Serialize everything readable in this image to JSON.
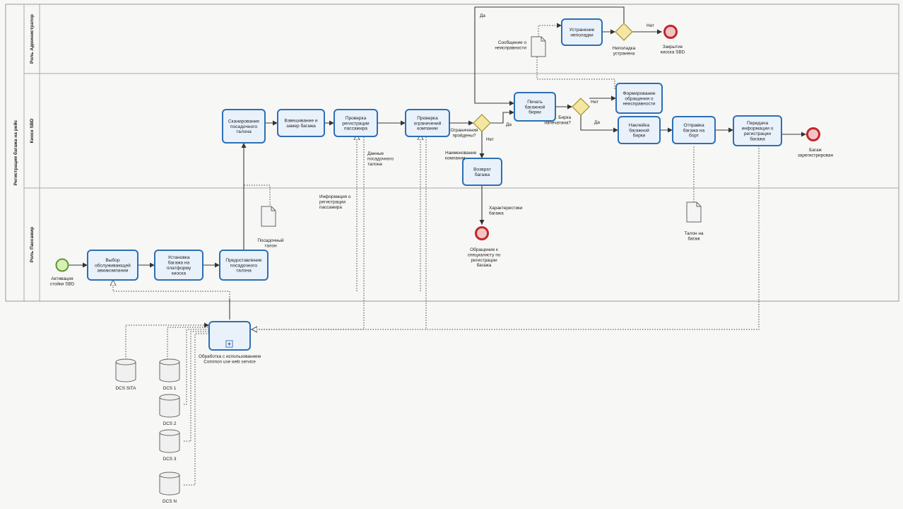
{
  "pool": {
    "title": "Регистрация багажа на рейс"
  },
  "lanes": {
    "admin": "Роль Администратор",
    "kiosk": "Киоск SBD",
    "passenger": "Роль Пассажир"
  },
  "tasks": {
    "choose_airline": "Выбор|обслуживающей|авиакомпании",
    "place_baggage": "Установка|багажа на|платформу|киоска",
    "provide_pass": "Предоставление|посадочного|талона",
    "scan_pass": "Сканирование|посадочного|талона",
    "weigh": "Взвешивание и|замер багажа",
    "check_passenger": "Проверка|регистрации|пассажира",
    "check_airline": "Проверка|ограничений|компании",
    "print_tag": "Печать|багажной|бирки",
    "fix_fault": "Устранение|неполадки",
    "create_request": "Формирование|обращения о|неисправности",
    "stick_tag": "Наклейка|багажной|бирки",
    "send_board": "Отправка|багажа на|борт",
    "transfer_info": "Передача|информации о|регистрации|багажа",
    "return_baggage": "Возврат|багажа",
    "subprocess": "Обработка с использованием|Common use web service"
  },
  "events": {
    "start": "Активация|стойки SBD",
    "end_closed": "Закрытие|киоска SBD",
    "end_registered": "Багаж|зарегистрирован",
    "end_specialist": "Обращение к|специалисту по|регистрации|багажа"
  },
  "gateways": {
    "restrictions": "Ограничения|пройдены?",
    "tag_printed": "Бирка|напечатана?",
    "fault_fixed": "Неполадка|устранена"
  },
  "labels": {
    "yes": "Да",
    "no": "Нет",
    "airline_name": "Наименование|компании",
    "pass_data": "Данные|посадочного|талона",
    "passenger_info": "Информация о|регистрации|пассажира",
    "baggage_chars": "Характеристики|багажа"
  },
  "documents": {
    "fault_msg": "Сообщение о|неисправности",
    "boarding_pass": "Посадочный|талон",
    "board_coupon": "Талон на|багаж"
  },
  "databases": {
    "sita": "DCS SITA",
    "dcs1": "DCS 1",
    "dcs2": "DCS 2",
    "dcs3": "DCS 3",
    "dcsn": "DCS N"
  }
}
